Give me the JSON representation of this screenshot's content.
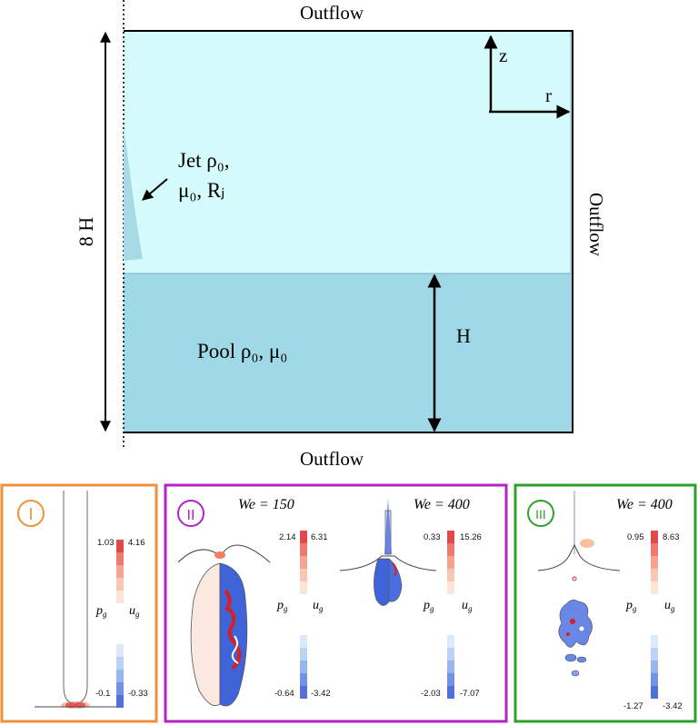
{
  "domain_diagram": {
    "top_label": "Outflow",
    "bottom_label": "Outflow",
    "right_label": "Outflow",
    "height_label": "8 H",
    "pool_depth_label": "H",
    "axis_z": "z",
    "axis_r": "r",
    "jet_label_line1": "Jet ρ₀,",
    "jet_label_line2": "μ₀, Rⱼ",
    "pool_label": "Pool ρ₀, μ₀",
    "colors": {
      "gas": "#d5fbfc",
      "pool": "#9fd8e6",
      "jet": "#a6dbe6"
    }
  },
  "panels": [
    {
      "roman": "I",
      "color": "#f0913a",
      "we_label": "",
      "bars": [
        {
          "pg_max": "1.03",
          "ug_max": "4.16",
          "pg_min": "-0.1",
          "ug_min": "-0.33"
        }
      ]
    },
    {
      "roman": "II",
      "color": "#b522c6",
      "bars": [
        {
          "we_label": "We = 150",
          "pg_max": "2.14",
          "ug_max": "6.31",
          "pg_min": "-0.64",
          "ug_min": "-3.42"
        },
        {
          "we_label": "We = 400",
          "pg_max": "0.33",
          "ug_max": "15.26",
          "pg_min": "-2.03",
          "ug_min": "-7.07"
        }
      ]
    },
    {
      "roman": "III",
      "color": "#2ea02e",
      "bars": [
        {
          "we_label": "We = 400",
          "pg_max": "0.95",
          "ug_max": "8.63",
          "pg_min": "-1.27",
          "ug_min": "-3.42"
        }
      ]
    }
  ],
  "legend": {
    "pg": "p",
    "pg_sub": "g",
    "ug": "u",
    "ug_sub": "g"
  }
}
